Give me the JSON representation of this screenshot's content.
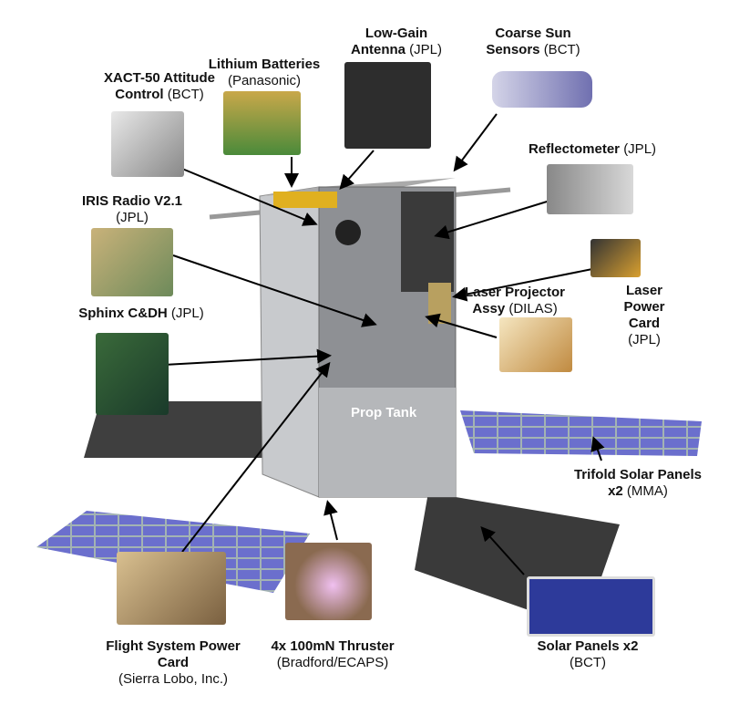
{
  "labels": {
    "xact": {
      "title": "XACT-50 Attitude Control",
      "org": "(BCT)"
    },
    "batteries": {
      "title": "Lithium Batteries",
      "org": "(Panasonic)"
    },
    "antenna": {
      "title": "Low-Gain Antenna",
      "org": "(JPL)"
    },
    "sun": {
      "title": "Coarse Sun Sensors",
      "org": "(BCT)"
    },
    "reflect": {
      "title": "Reflectometer",
      "org": "(JPL)"
    },
    "iris": {
      "title": "IRIS Radio V2.1",
      "org": "(JPL)"
    },
    "laserproj": {
      "title": "Laser Projector Assy",
      "org": "(DILAS)"
    },
    "laserpower": {
      "title": "Laser Power Card",
      "org": "(JPL)"
    },
    "sphinx": {
      "title": "Sphinx C&DH",
      "org": "(JPL)"
    },
    "tank": {
      "title": "Prop Tank"
    },
    "trifold": {
      "title": "Trifold Solar Panels x2",
      "org": "(MMA)"
    },
    "fspc": {
      "title": "Flight System Power Card",
      "org": "(Sierra Lobo, Inc.)"
    },
    "thruster": {
      "title": "4x 100mN Thruster",
      "org": "(Bradford/ECAPS)"
    },
    "solar": {
      "title": "Solar Panels x2",
      "org": "(BCT)"
    }
  },
  "colors": {
    "panel": "#5b5fc7",
    "dark": "#3a3a3a",
    "body": "#9a9ca0"
  }
}
